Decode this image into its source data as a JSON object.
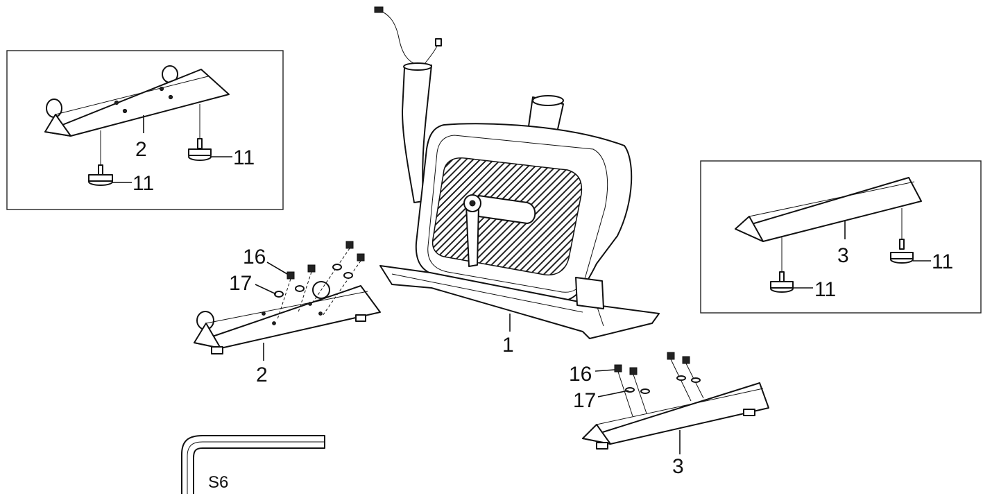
{
  "labels": {
    "frame": "1",
    "front_stabilizer": "2",
    "rear_stabilizer": "3",
    "leveling_foot": "11",
    "bolt": "16",
    "washer": "17",
    "allen_wrench": "S6"
  },
  "colors": {
    "line": "#111111",
    "background": "#ffffff",
    "flywheel_hatch": "#222222"
  }
}
